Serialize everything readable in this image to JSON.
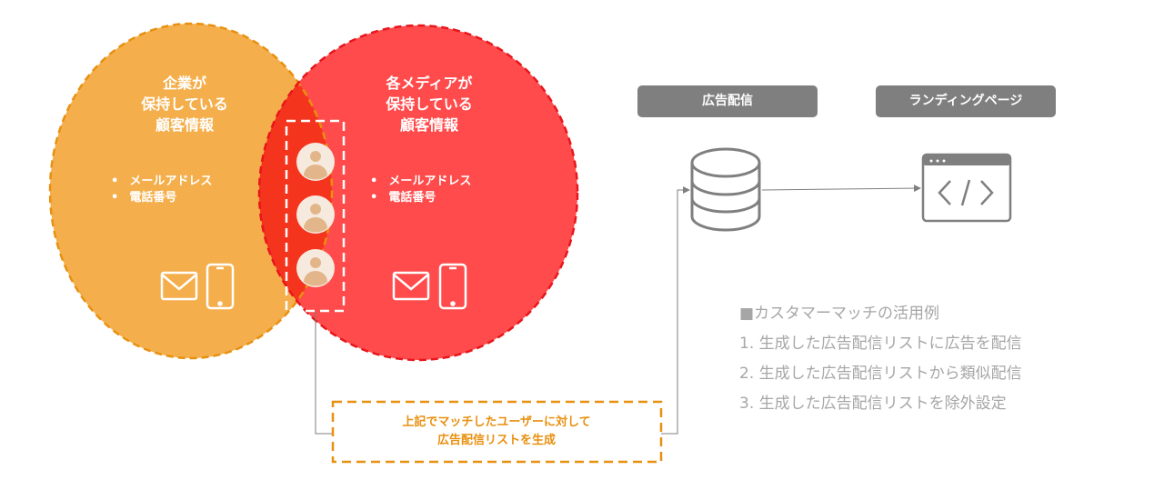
{
  "venn": {
    "left": {
      "title": [
        "企業が",
        "保持している",
        "顧客情報"
      ],
      "items": [
        "メールアドレス",
        "電話番号"
      ],
      "color": "#F4AF4C"
    },
    "right": {
      "title": [
        "各メディアが",
        "保持している",
        "顧客情報"
      ],
      "items": [
        "メールアドレス",
        "電話番号"
      ],
      "color": "#FF4B4B"
    },
    "overlap_color": "#F5341E"
  },
  "match_note": [
    "上記でマッチしたユーザーに対して",
    "広告配信リストを生成"
  ],
  "labels": {
    "ad_delivery": "広告配信",
    "landing_page": "ランディングページ"
  },
  "usage": {
    "heading": "■カスタマーマッチの活用例",
    "items": [
      "1.  生成した広告配信リストに広告を配信",
      "2.  生成した広告配信リストから類似配信",
      "3.  生成した広告配信リストを除外設定"
    ]
  }
}
